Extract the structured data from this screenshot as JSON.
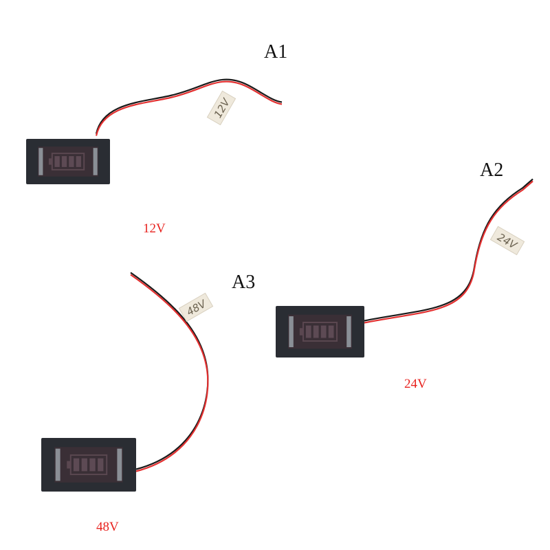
{
  "products": [
    {
      "model": "A1",
      "voltage": "12V",
      "tag_text": "12V"
    },
    {
      "model": "A2",
      "voltage": "24V",
      "tag_text": "24V"
    },
    {
      "model": "A3",
      "voltage": "48V",
      "tag_text": "48V"
    }
  ],
  "colors": {
    "label_red": "#e8231f",
    "module_body": "#2a2d33",
    "display": "#3a2f36",
    "wire_red": "#e33030",
    "wire_black": "#1a1a1a"
  }
}
